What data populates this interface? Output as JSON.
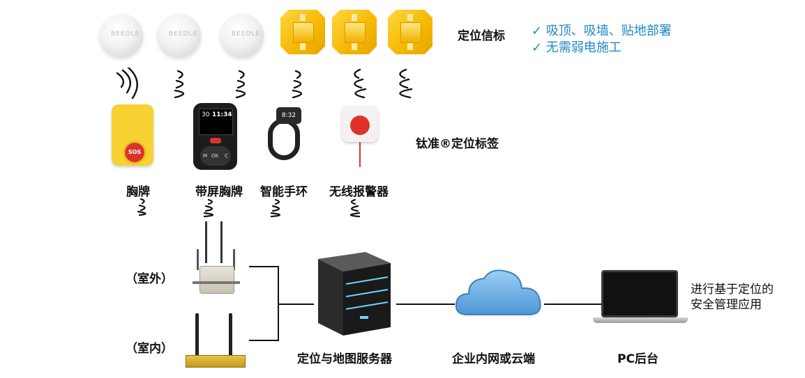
{
  "beacons": {
    "label": "定位信标",
    "features": [
      "✓ 吸顶、吸墙、贴地部署",
      "✓ 无需弱电施工"
    ],
    "white_text": "BEEDLE"
  },
  "tags": {
    "label": "钛准®定位标签",
    "items": [
      {
        "label": "胸牌",
        "button": "SOS"
      },
      {
        "label": "带屏胸牌",
        "screen_time": "11:34",
        "screen_num": "30",
        "keys": [
          "M",
          "OK",
          "C"
        ]
      },
      {
        "label": "智能手环",
        "screen_time": "8:32"
      },
      {
        "label": "无线报警器"
      }
    ]
  },
  "gateways": {
    "outdoor": "（室外）",
    "indoor": "（室内）"
  },
  "server": {
    "label": "定位与地图服务器"
  },
  "network": {
    "label": "企业内网或云端"
  },
  "pc": {
    "label": "PC后台",
    "note": [
      "进行基于定位的",
      "安全管理应用"
    ]
  },
  "colors": {
    "accent_blue": "#1e88c8",
    "cloud": "#6fb1e6",
    "tag_yellow": "#f6d232",
    "beacon_yellow": "#f5b700"
  }
}
